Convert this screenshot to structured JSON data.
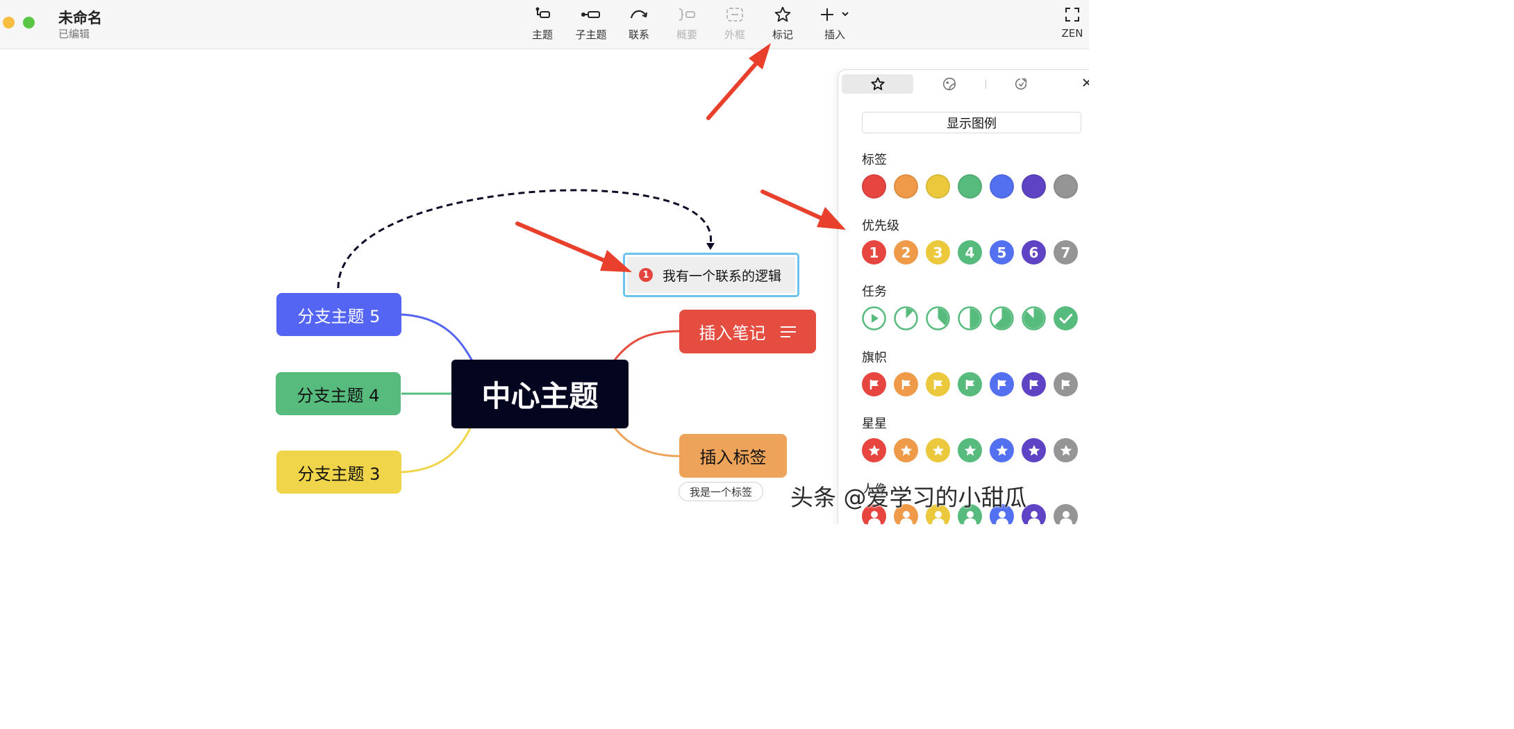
{
  "window": {
    "title": "未命名",
    "status": "已编辑"
  },
  "toolbar": {
    "items": [
      {
        "label": "主题",
        "icon": "topic-icon",
        "enabled": true
      },
      {
        "label": "子主题",
        "icon": "subtopic-icon",
        "enabled": true
      },
      {
        "label": "联系",
        "icon": "relationship-icon",
        "enabled": true
      },
      {
        "label": "概要",
        "icon": "summary-icon",
        "enabled": false
      },
      {
        "label": "外框",
        "icon": "boundary-icon",
        "enabled": false
      },
      {
        "label": "标记",
        "icon": "star-icon",
        "enabled": true
      },
      {
        "label": "插入",
        "icon": "plus-icon",
        "enabled": true
      }
    ],
    "zen_label": "ZEN"
  },
  "mindmap": {
    "central": "中心主题",
    "branches": [
      {
        "label": "分支主题 5",
        "color": "#5365f2"
      },
      {
        "label": "分支主题 4",
        "color": "#56bb7d"
      },
      {
        "label": "分支主题 3",
        "color": "#f0d44a"
      },
      {
        "label": "插入笔记",
        "color": "#e54d41"
      },
      {
        "label": "插入标签",
        "color": "#eda35a"
      }
    ],
    "floating_topic": {
      "label": "我有一个联系的逻辑",
      "priority": "1"
    },
    "tag": "我是一个标签"
  },
  "panel": {
    "tabs": [
      {
        "icon": "star-outline-icon",
        "active": true
      },
      {
        "icon": "sticker-icon",
        "active": false
      },
      {
        "icon": "illustration-icon",
        "active": false
      }
    ],
    "legend_button": "显示图例",
    "colors": [
      "#e64540",
      "#ef9a48",
      "#ebc83c",
      "#58bb7e",
      "#5370f0",
      "#5e44c4",
      "#959595"
    ],
    "sections": [
      {
        "title": "标签",
        "type": "tag"
      },
      {
        "title": "优先级",
        "type": "priority",
        "values": [
          "1",
          "2",
          "3",
          "4",
          "5",
          "6",
          "7"
        ]
      },
      {
        "title": "任务",
        "type": "task",
        "progress": [
          0,
          0.125,
          0.375,
          0.5,
          0.625,
          0.875,
          1
        ]
      },
      {
        "title": "旗帜",
        "type": "flag"
      },
      {
        "title": "星星",
        "type": "star"
      },
      {
        "title": "人像",
        "type": "person"
      }
    ]
  },
  "watermark": "头条 @爱学习的小甜瓜"
}
